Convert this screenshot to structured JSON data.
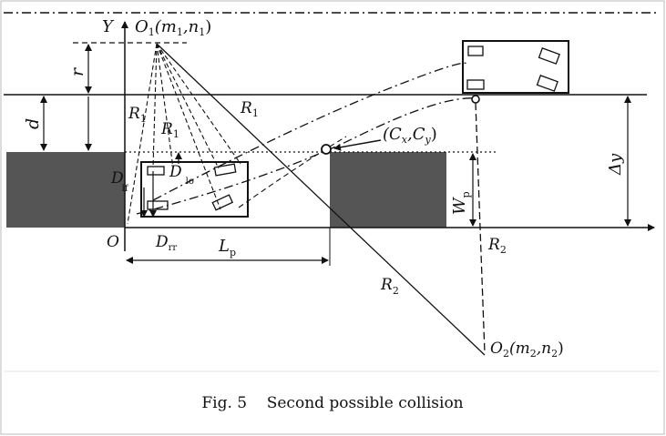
{
  "labels": {
    "y_axis": "Y",
    "origin": "O",
    "o1": "O",
    "o1_sub": "1",
    "o1_coord": "(m",
    "o1_m_sub": "1",
    "o1_n": ",n",
    "o1_n_sub": "1",
    "o1_close": ")",
    "r": "r",
    "d": "d",
    "r1_left": "R",
    "r1_left_sub": "1",
    "r1_mid": "R",
    "r1_mid_sub": "1",
    "r1_diag": "R",
    "r1_diag_sub": "1",
    "d_lf": "D",
    "d_lf_sub": "lf",
    "d_lo": "D",
    "d_lo_sub": "lo",
    "d_rr": "D",
    "d_rr_sub": "rr",
    "lp": "L",
    "lp_sub": "p",
    "wp": "W",
    "wp_sub": "p",
    "delta_y": "Δy",
    "cxcy": "(C",
    "cx_sub": "x",
    "cy": ",C",
    "cy_sub": "y",
    "cxcy_close": ")",
    "r2_right": "R",
    "r2_right_sub": "2",
    "r2_diag": "R",
    "r2_diag_sub": "2",
    "o2": "O",
    "o2_sub": "2",
    "o2_coord": "(m",
    "o2_m_sub": "2",
    "o2_n": ",n",
    "o2_n_sub": "2",
    "o2_close": ")"
  },
  "caption": "Fig. 5    Second possible collision",
  "colors": {
    "block": "#555555",
    "line": "#111111",
    "background": "#ffffff"
  }
}
